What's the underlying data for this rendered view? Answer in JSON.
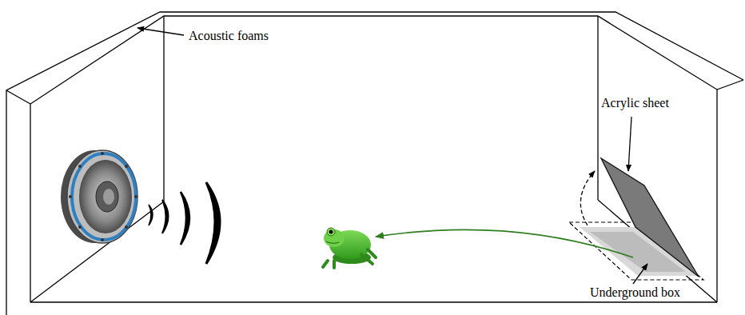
{
  "diagram": {
    "labels": [
      "Acoustic foams",
      "Acrylic sheet",
      "Underground box"
    ]
  }
}
